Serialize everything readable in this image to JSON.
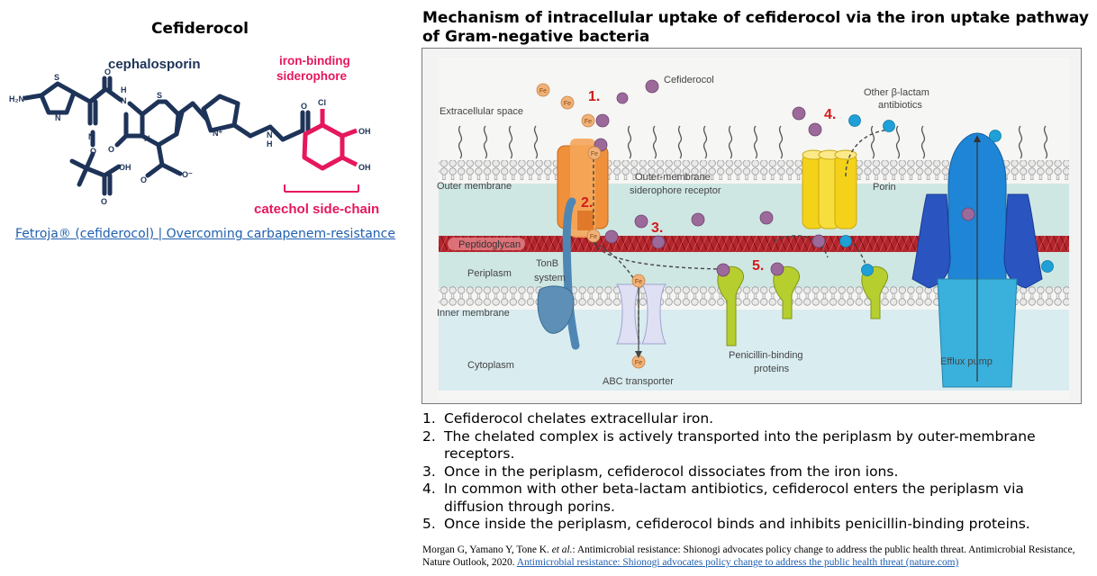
{
  "left": {
    "title": "Cefiderocol",
    "label_ceph": "cephalosporin",
    "label_sid1": "iron-binding",
    "label_sid2": "siderophore",
    "label_catechol": "catechol side-chain",
    "atoms": {
      "h2n": "H₂N",
      "s1": "S",
      "n1": "N",
      "o1": "O",
      "hn": "H",
      "n_amide": "N",
      "s2": "S",
      "n2": "N",
      "o2": "O",
      "n3": "N",
      "o3": "O",
      "o4": "O",
      "oh1": "OH",
      "o5": "O",
      "o6": "O",
      "n_plus": "N⁺",
      "o7": "O",
      "n4": "N",
      "h4": "H",
      "cl": "Cl",
      "oh2": "OH",
      "oh3": "OH",
      "o_minus": "O⁻"
    },
    "link": "Fetroja® (cefiderocol) | Overcoming carbapenem-resistance"
  },
  "right": {
    "title": "Mechanism of intracellular uptake of cefiderocol via the iron uptake pathway of Gram-negative bacteria"
  },
  "figure": {
    "extracellular": "Extracellular space",
    "outer_membrane": "Outer membrane",
    "peptidoglycan": "Peptidoglycan",
    "periplasm": "Periplasm",
    "inner_membrane": "Inner membrane",
    "cytoplasm": "Cytoplasm",
    "cefiderocol": "Cefiderocol",
    "receptor_1": "Outer-membrane",
    "receptor_2": "siderophore receptor",
    "tonb_1": "TonB",
    "tonb_2": "system",
    "abc": "ABC transporter",
    "pbp_1": "Penicillin-binding",
    "pbp_2": "proteins",
    "other_bl_1": "Other β-lactam",
    "other_bl_2": "antibiotics",
    "porin": "Porin",
    "efflux": "Efflux pump",
    "fe": "Fe",
    "step1": "1.",
    "step2": "2.",
    "step3": "3.",
    "step4": "4.",
    "step5": "5."
  },
  "steps": [
    {
      "num": "1.",
      "text": "Cefiderocol chelates extracellular iron."
    },
    {
      "num": "2.",
      "text": "The chelated complex is actively transported into the periplasm by outer-membrane receptors."
    },
    {
      "num": "3.",
      "text": "Once in the periplasm, cefiderocol dissociates from the iron ions."
    },
    {
      "num": "4.",
      "text": "In common with other beta-lactam antibiotics, cefiderocol enters the periplasm via diffusion through porins."
    },
    {
      "num": "5.",
      "text": "Once inside the periplasm, cefiderocol binds and inhibits penicillin-binding proteins."
    }
  ],
  "citation": {
    "authors": "Morgan G, Yamano Y, Tone K.",
    "etal": "et al.",
    "body": ": Antimicrobial resistance: Shionogi advocates policy change to address the public health threat. Antimicrobial Resistance, Nature Outlook, 2020. ",
    "link": "Antimicrobial resistance: Shionogi advocates policy change to address the public health threat (nature.com)"
  },
  "colors": {
    "navy": "#1e3358",
    "pink": "#e6175c",
    "link": "#1f5fb0",
    "cefiderocol_ball": "#9b6a9b",
    "fe_ball": "#f0b27a",
    "blue_ball": "#1fa0d6",
    "peptidoglycan": "#b3262d",
    "porin": "#f5d21a",
    "receptor": "#f0903a",
    "pbp": "#b6cf2f",
    "efflux": "#1f6fd0",
    "step_red": "#d11b1b"
  }
}
